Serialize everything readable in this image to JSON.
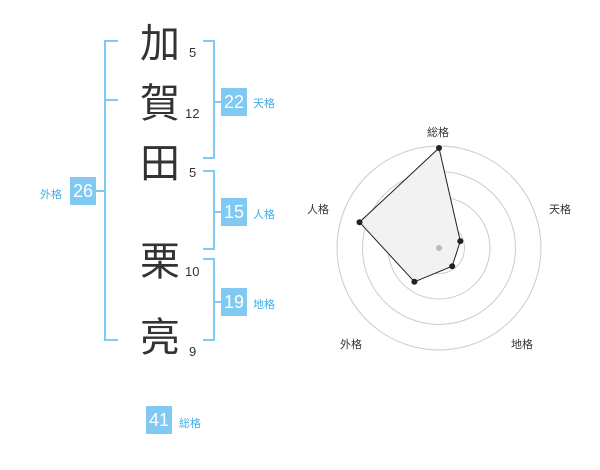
{
  "name": {
    "characters": [
      {
        "char": "加",
        "strokes": "5"
      },
      {
        "char": "賀",
        "strokes": "12"
      },
      {
        "char": "田",
        "strokes": "5"
      },
      {
        "char": "栗",
        "strokes": "10"
      },
      {
        "char": "亮",
        "strokes": "9"
      }
    ]
  },
  "scores": {
    "tenkaku": {
      "value": "22",
      "label": "天格"
    },
    "jinkaku": {
      "value": "15",
      "label": "人格"
    },
    "chikaku": {
      "value": "19",
      "label": "地格"
    },
    "gaikaku": {
      "value": "26",
      "label": "外格"
    },
    "soukaku": {
      "value": "41",
      "label": "総格"
    }
  },
  "radar": {
    "axes": [
      {
        "label": "総格",
        "value": 0.98
      },
      {
        "label": "天格",
        "value": 0.22
      },
      {
        "label": "地格",
        "value": 0.22
      },
      {
        "label": "外格",
        "value": 0.41
      },
      {
        "label": "人格",
        "value": 0.82
      }
    ],
    "rings": 4,
    "colors": {
      "fill": "#f2f2f2",
      "line": "#222222",
      "grid": "#cccccc",
      "center": "#bbbbbb"
    }
  },
  "colors": {
    "accent": "#7fc9f2",
    "label": "#3eaee9"
  }
}
